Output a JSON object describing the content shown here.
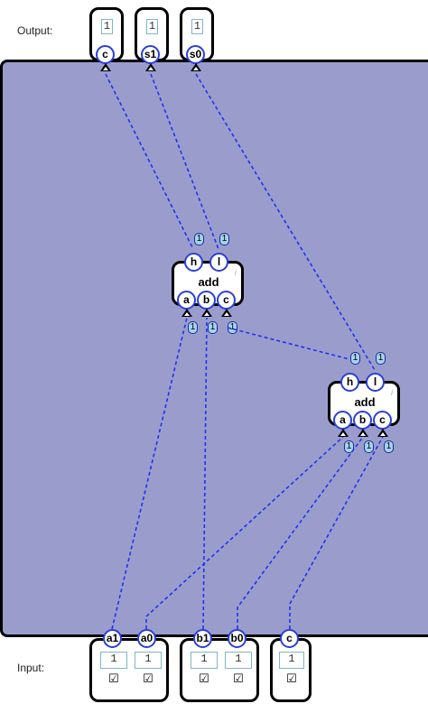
{
  "labels": {
    "output": "Output:",
    "input": "Input:"
  },
  "outputs": [
    {
      "pin": "c",
      "value": "1"
    },
    {
      "pin": "s1",
      "value": "1"
    },
    {
      "pin": "s0",
      "value": "1"
    }
  ],
  "gates": [
    {
      "name": "add",
      "mark": "i",
      "out_pins": [
        "h",
        "l"
      ],
      "in_pins": [
        "a",
        "b",
        "c"
      ],
      "out_badges": [
        "1",
        "1"
      ],
      "in_badges": [
        "1",
        "1",
        "1"
      ]
    },
    {
      "name": "add",
      "mark": "i",
      "out_pins": [
        "h",
        "l"
      ],
      "in_pins": [
        "a",
        "b",
        "c"
      ],
      "out_badges": [
        "1",
        "1"
      ],
      "in_badges": [
        "1",
        "1",
        "1"
      ]
    }
  ],
  "input_groups": [
    {
      "pins": [
        "a1",
        "a0"
      ],
      "values": [
        "1",
        "1"
      ],
      "checks": [
        "☑",
        "☑"
      ]
    },
    {
      "pins": [
        "b1",
        "b0"
      ],
      "values": [
        "1",
        "1"
      ],
      "checks": [
        "☑",
        "☑"
      ]
    },
    {
      "pins": [
        "c"
      ],
      "values": [
        "1"
      ],
      "checks": [
        "☑"
      ]
    }
  ],
  "colors": {
    "canvas": "#9a9dcc",
    "wire": "#1e32f0",
    "pin_border": "#2a3fd8",
    "badge": "#a6d4f0"
  }
}
